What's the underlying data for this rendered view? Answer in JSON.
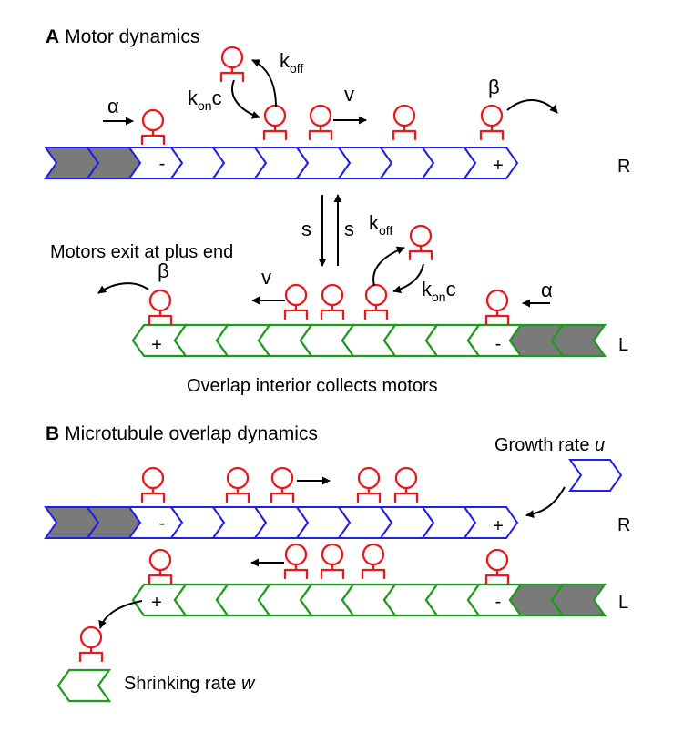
{
  "panel_a": {
    "letter": "A",
    "title": "Motor dynamics",
    "alpha": "α",
    "beta": "β",
    "k": "k",
    "koff_sub": "off",
    "kon_sub": "on",
    "kon_c": "c",
    "v": "v",
    "s": "s",
    "plus": "+",
    "minus": "-",
    "lane_r": "R",
    "lane_l": "L",
    "exit_note": "Motors exit at plus end",
    "interior_note": "Overlap interior collects motors"
  },
  "panel_b": {
    "letter": "B",
    "title": "Microtubule overlap dynamics",
    "growth_text": "Growth rate ",
    "growth_var": "u",
    "shrink_text": "Shrinking rate ",
    "shrink_var": "w",
    "plus": "+",
    "minus": "-",
    "lane_r": "R",
    "lane_l": "L"
  },
  "colors": {
    "right_microtubule": "#1f1fe6",
    "left_microtubule": "#1c9a1c",
    "motor": "#e8191c",
    "cap": "#7a7a7a"
  }
}
